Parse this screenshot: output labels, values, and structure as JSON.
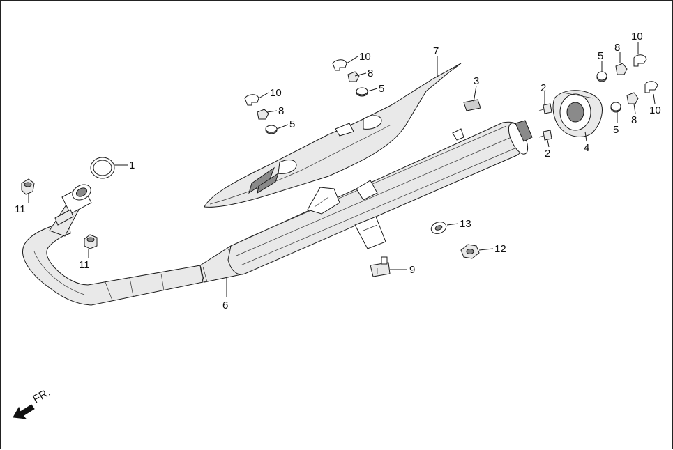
{
  "diagram": {
    "direction_label": "FR.",
    "callouts": {
      "c1": "1",
      "c2a": "2",
      "c2b": "2",
      "c3": "3",
      "c4": "4",
      "c5a": "5",
      "c5b": "5",
      "c5c": "5",
      "c5d": "5",
      "c6": "6",
      "c7": "7",
      "c8a": "8",
      "c8b": "8",
      "c8c": "8",
      "c8d": "8",
      "c9": "9",
      "c10a": "10",
      "c10b": "10",
      "c10c": "10",
      "c10d": "10",
      "c11a": "11",
      "c11b": "11",
      "c12": "12",
      "c13": "13"
    }
  }
}
